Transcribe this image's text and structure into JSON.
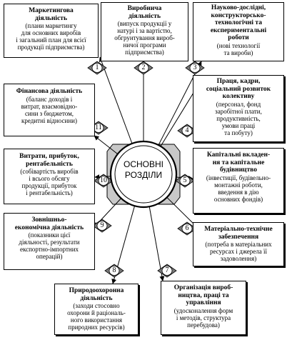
{
  "center": {
    "lines": [
      "ОСНОВНІ",
      "РОЗДІЛИ"
    ]
  },
  "sections": [
    {
      "number": "1",
      "title": [
        "Маркетингова",
        "діяльність"
      ],
      "body": [
        "(плани маркетингу",
        "для основних виробів",
        "і загальний план для всієї",
        "продукції підприємства)"
      ]
    },
    {
      "number": "2",
      "title": [
        "Виробнича",
        "діяльність"
      ],
      "body": [
        "(випуск продукції у",
        "натурі і за вартістю,",
        "обгрунтування вироб-",
        "ничої програми",
        "підприємства)"
      ]
    },
    {
      "number": "3",
      "title": [
        "Науково-дослідні,",
        "конструкторсько-",
        "технологічні та",
        "експериментальні",
        "роботи"
      ],
      "body": [
        "(нові технології",
        "та вироби)"
      ]
    },
    {
      "number": "4",
      "title": [
        "Праця, кадри,",
        "соціальний розвиток",
        "колективу"
      ],
      "body": [
        "(персонал, фонд",
        "заробітної плати,",
        "продуктивність,",
        "умови праці",
        "та побуту)"
      ]
    },
    {
      "number": "5",
      "title": [
        "Капітальні вкладен-",
        "ня та капітальне",
        "будівництво"
      ],
      "body": [
        "(інвестиції, будівельно-",
        "монтажні роботи,",
        "введення в дію",
        "основних фондів)"
      ]
    },
    {
      "number": "6",
      "title": [
        "Матеріально-технічне",
        "забезпечення"
      ],
      "body": [
        "(потреба в матеріальних",
        "ресурсах і джерела її",
        "задоволення)"
      ]
    },
    {
      "number": "7",
      "title": [
        "Організація вироб-",
        "ництва, праці та",
        "управління"
      ],
      "body": [
        "(удосконалення форм",
        "і методів, структура",
        "перебудова)"
      ]
    },
    {
      "number": "8",
      "title": [
        "Природоохоронна",
        "діяльність"
      ],
      "body": [
        "(заходи стосовно",
        "охорони й раціональ-",
        "ного використання",
        "природних ресурсів)"
      ]
    },
    {
      "number": "9",
      "title": [
        "Зовнішньо-",
        "економічна діяльність"
      ],
      "body": [
        "(показники цієї",
        "діяльності, результати",
        "експортно-імпортних",
        "операцій)"
      ]
    },
    {
      "number": "10",
      "title": [
        "Витрати, прибуток,",
        "рентабельність"
      ],
      "body": [
        "(собівартість виробів",
        "і всього обсягу",
        "продукції, прибуток",
        "і рентабельність)"
      ]
    },
    {
      "number": "11",
      "title": [
        "Фінансова діяльність"
      ],
      "body": [
        "(баланс доходів і",
        "витрат, взаємовідно-",
        "сини з бюджетом,",
        "кредитні відносини)"
      ]
    }
  ]
}
